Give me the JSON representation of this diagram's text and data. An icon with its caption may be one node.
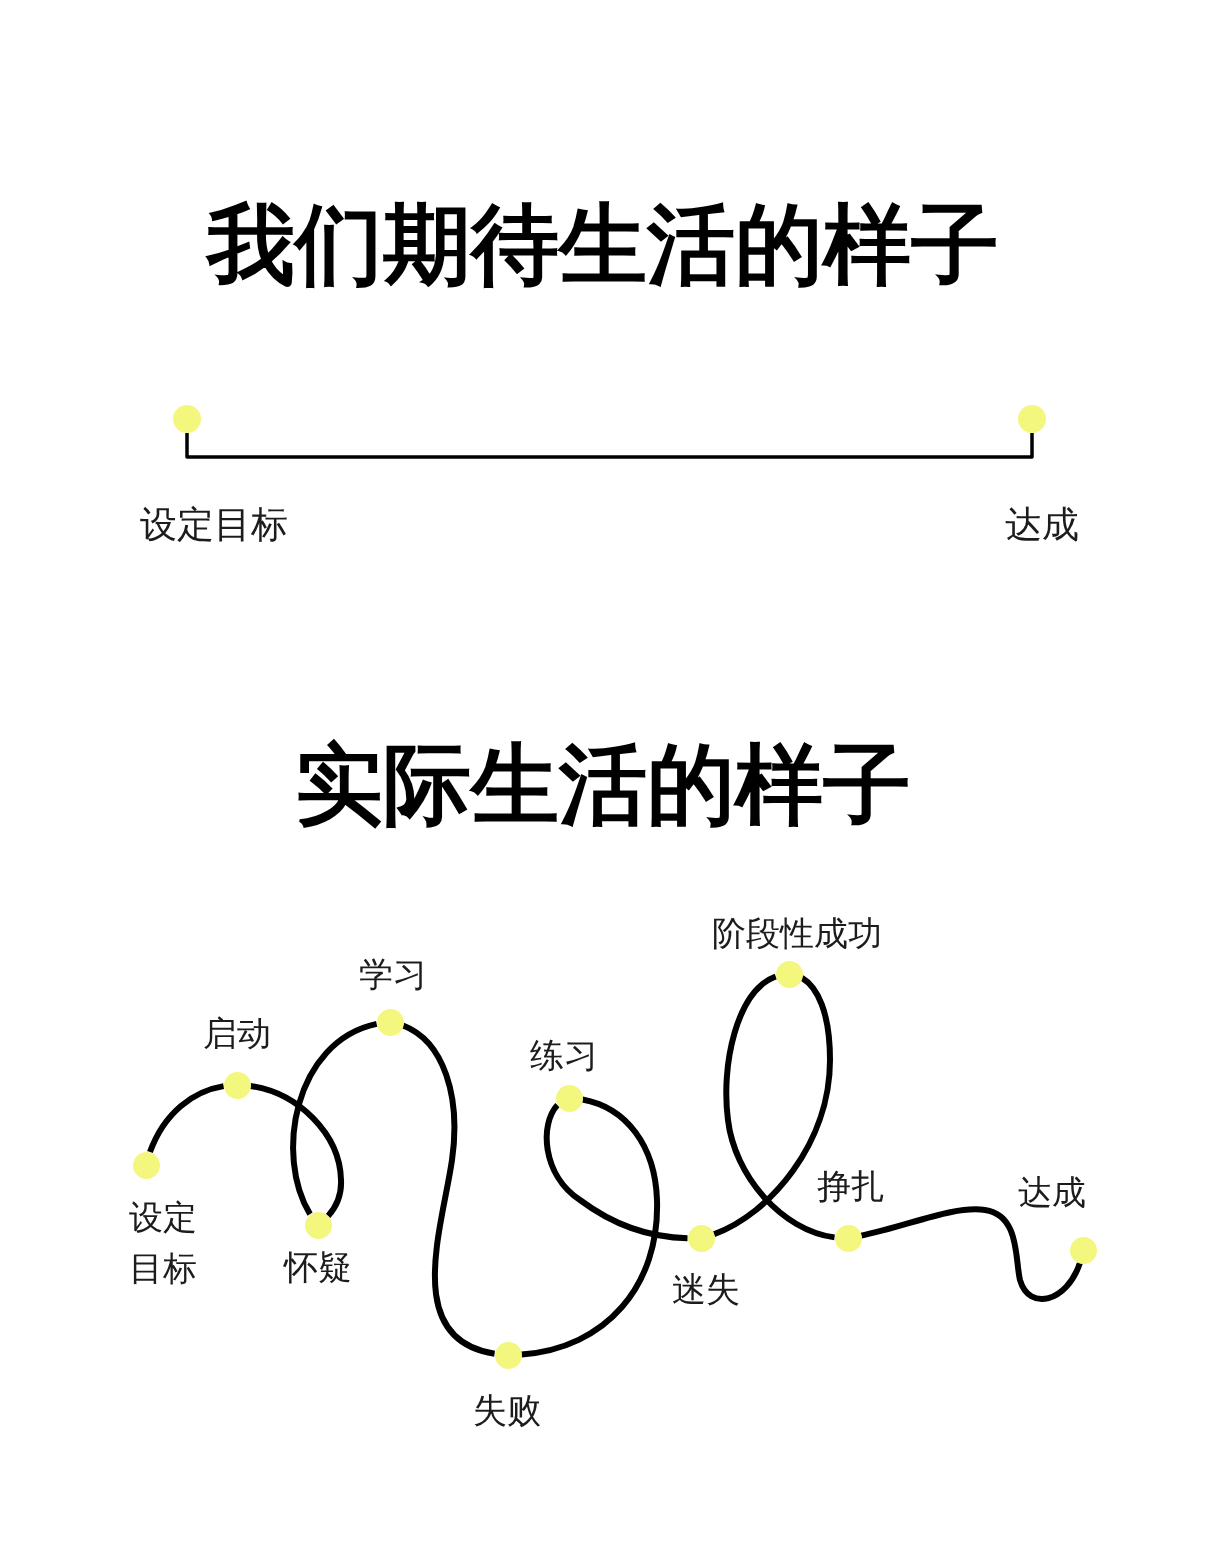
{
  "diagram": {
    "nodes": [
      {
        "text": [],
        "shape": "circle",
        "beside": [
          "设定目标"
        ]
      },
      {
        "text": [],
        "shape": "circle",
        "beside": [
          "达成"
        ]
      },
      {
        "text": [],
        "shape": "circle",
        "beside": [
          "设定目标"
        ]
      },
      {
        "text": [],
        "shape": "circle",
        "beside": [
          "启动"
        ]
      },
      {
        "text": [],
        "shape": "circle",
        "beside": [
          "怀疑"
        ]
      },
      {
        "text": [],
        "shape": "circle",
        "beside": [
          "学习"
        ]
      },
      {
        "text": [],
        "shape": "circle",
        "beside": [
          "失败"
        ]
      },
      {
        "text": [],
        "shape": "circle",
        "beside": [
          "练习"
        ]
      },
      {
        "text": [],
        "shape": "circle",
        "beside": [
          "迷失"
        ]
      },
      {
        "text": [],
        "shape": "circle",
        "beside": [
          "阶段性成功"
        ]
      },
      {
        "text": [],
        "shape": "circle",
        "beside": [
          "挣扎"
        ]
      },
      {
        "text": [],
        "shape": "circle",
        "beside": [
          "达成"
        ]
      }
    ],
    "edges": [
      {
        "from": 0,
        "to": 1,
        "arrow": "none"
      },
      {
        "from": 2,
        "to": 3,
        "arrow": "none"
      },
      {
        "from": 3,
        "to": 4,
        "arrow": "none"
      },
      {
        "from": 4,
        "to": 5,
        "arrow": "none"
      },
      {
        "from": 5,
        "to": 6,
        "arrow": "none"
      },
      {
        "from": 6,
        "to": 7,
        "arrow": "none"
      },
      {
        "from": 7,
        "to": 8,
        "arrow": "none"
      },
      {
        "from": 8,
        "to": 9,
        "arrow": "none"
      },
      {
        "from": 9,
        "to": 10,
        "arrow": "none"
      },
      {
        "from": 10,
        "to": 11,
        "arrow": "none"
      }
    ],
    "labels": [
      "我们期待生活的样子",
      "实际生活的样子"
    ]
  }
}
